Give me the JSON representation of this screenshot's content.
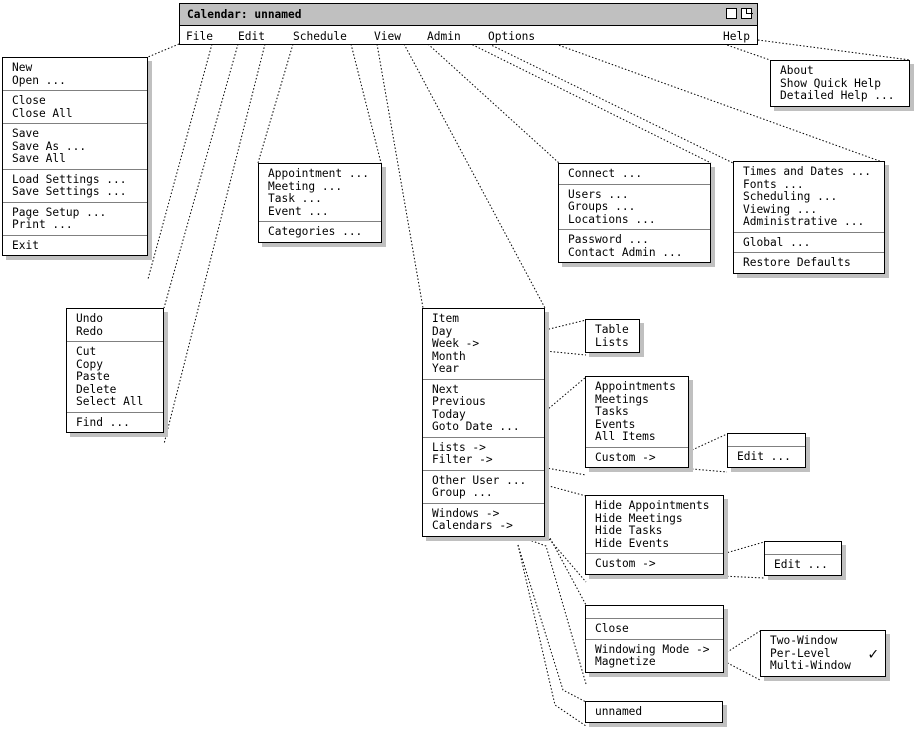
{
  "window": {
    "title": "Calendar: unnamed",
    "buttons": [
      "maximize",
      "restore"
    ]
  },
  "menubar": {
    "items": [
      "File",
      "Edit",
      "Schedule",
      "View",
      "Admin",
      "Options",
      "Help"
    ]
  },
  "menus": {
    "file": [
      [
        "New",
        "Open ..."
      ],
      [
        "Close",
        "Close All"
      ],
      [
        "Save",
        "Save As ...",
        "Save All"
      ],
      [
        "Load Settings ...",
        "Save Settings ..."
      ],
      [
        "Page Setup ...",
        "Print ..."
      ],
      [
        "Exit"
      ]
    ],
    "edit": [
      [
        "Undo",
        "Redo"
      ],
      [
        "Cut",
        "Copy",
        "Paste",
        "Delete",
        "Select All"
      ],
      [
        "Find ..."
      ]
    ],
    "schedule": [
      [
        "Appointment ...",
        "Meeting ...",
        "Task ...",
        "Event ..."
      ],
      [
        "Categories ..."
      ]
    ],
    "view": [
      [
        "Item",
        "Day",
        "Week ->",
        "Month",
        "Year"
      ],
      [
        "Next",
        "Previous",
        "Today",
        "Goto Date ..."
      ],
      [
        "Lists ->",
        "Filter ->"
      ],
      [
        "Other User ...",
        "Group ..."
      ],
      [
        "Windows ->",
        "Calendars ->"
      ]
    ],
    "admin": [
      [
        "Connect ..."
      ],
      [
        "Users ...",
        "Groups ...",
        "Locations ..."
      ],
      [
        "Password ...",
        "Contact Admin ..."
      ]
    ],
    "options": [
      [
        "Times and Dates ...",
        "Fonts ...",
        "Scheduling ...",
        "Viewing ...",
        "Administrative ..."
      ],
      [
        "Global ..."
      ],
      [
        "Restore Defaults"
      ]
    ],
    "help": [
      [
        "About",
        "Show Quick Help",
        "Detailed Help ..."
      ]
    ],
    "week": [
      [
        "Table",
        "Lists"
      ]
    ],
    "lists": [
      [
        "Appointments",
        "Meetings",
        "Tasks",
        "Events",
        "All Items"
      ],
      [
        "Custom ->"
      ]
    ],
    "lists_custom": [
      [],
      [
        "Edit ..."
      ]
    ],
    "filter": [
      [
        "Hide Appointments",
        "Hide Meetings",
        "Hide Tasks",
        "Hide Events"
      ],
      [
        "Custom ->"
      ]
    ],
    "filter_custom": [
      [],
      [
        "Edit ..."
      ]
    ],
    "windows": [
      [],
      [
        "Close"
      ],
      [
        "Windowing Mode ->",
        "Magnetize"
      ]
    ],
    "windowing_mode": [
      [
        "Two-Window",
        "Per-Level",
        "Multi-Window"
      ]
    ],
    "calendars": [
      [
        "unnamed"
      ]
    ]
  },
  "windowing_mode_checked": "Per-Level",
  "check_glyph": "✓"
}
